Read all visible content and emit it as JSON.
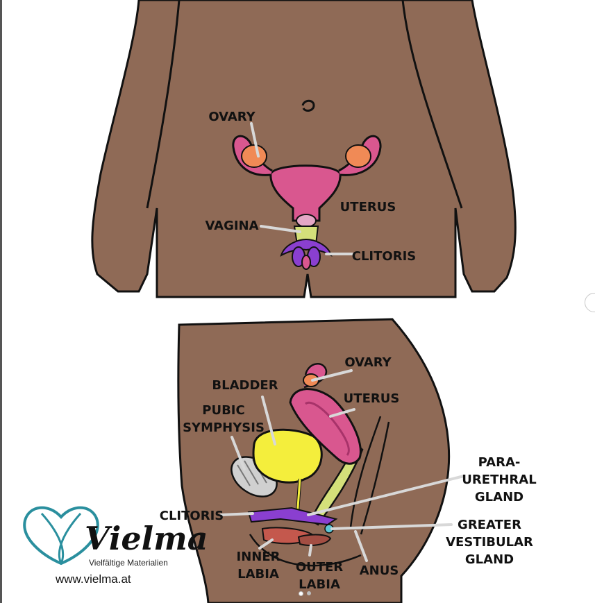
{
  "front_view": {
    "labels": {
      "ovary": "OVARY",
      "uterus": "UTERUS",
      "vagina": "VAGINA",
      "clitoris": "CLITORIS"
    }
  },
  "side_view": {
    "labels": {
      "ovary": "OVARY",
      "bladder": "BLADDER",
      "uterus": "UTERUS",
      "pubic_line1": "PUBIC",
      "pubic_line2": "SYMPHYSIS",
      "para_line1": "PARA-",
      "para_line2": "URETHRAL",
      "para_line3": "GLAND",
      "clitoris": "CLITORIS",
      "greater_line1": "GREATER",
      "greater_line2": "VESTIBULAR",
      "greater_line3": "GLAND",
      "inner_line1": "INNER",
      "inner_line2": "LABIA",
      "outer_line1": "OUTER",
      "outer_line2": "LABIA",
      "anus": "ANUS"
    }
  },
  "logo": {
    "wordmark": "Vielma",
    "tagline": "Vielfältige Materialien",
    "url": "www.vielma.at"
  },
  "colors": {
    "skin": "#8f6a56",
    "outline": "#111111",
    "uterus": "#d9578f",
    "ovary": "#f08a56",
    "vagina": "#d4e07a",
    "clitoris": "#8a3fd0",
    "bladder": "#f4ee3c",
    "gland": "#5ec7d6",
    "logo": "#2a8f9e"
  },
  "carousel": {
    "current": 1,
    "total": 2
  }
}
